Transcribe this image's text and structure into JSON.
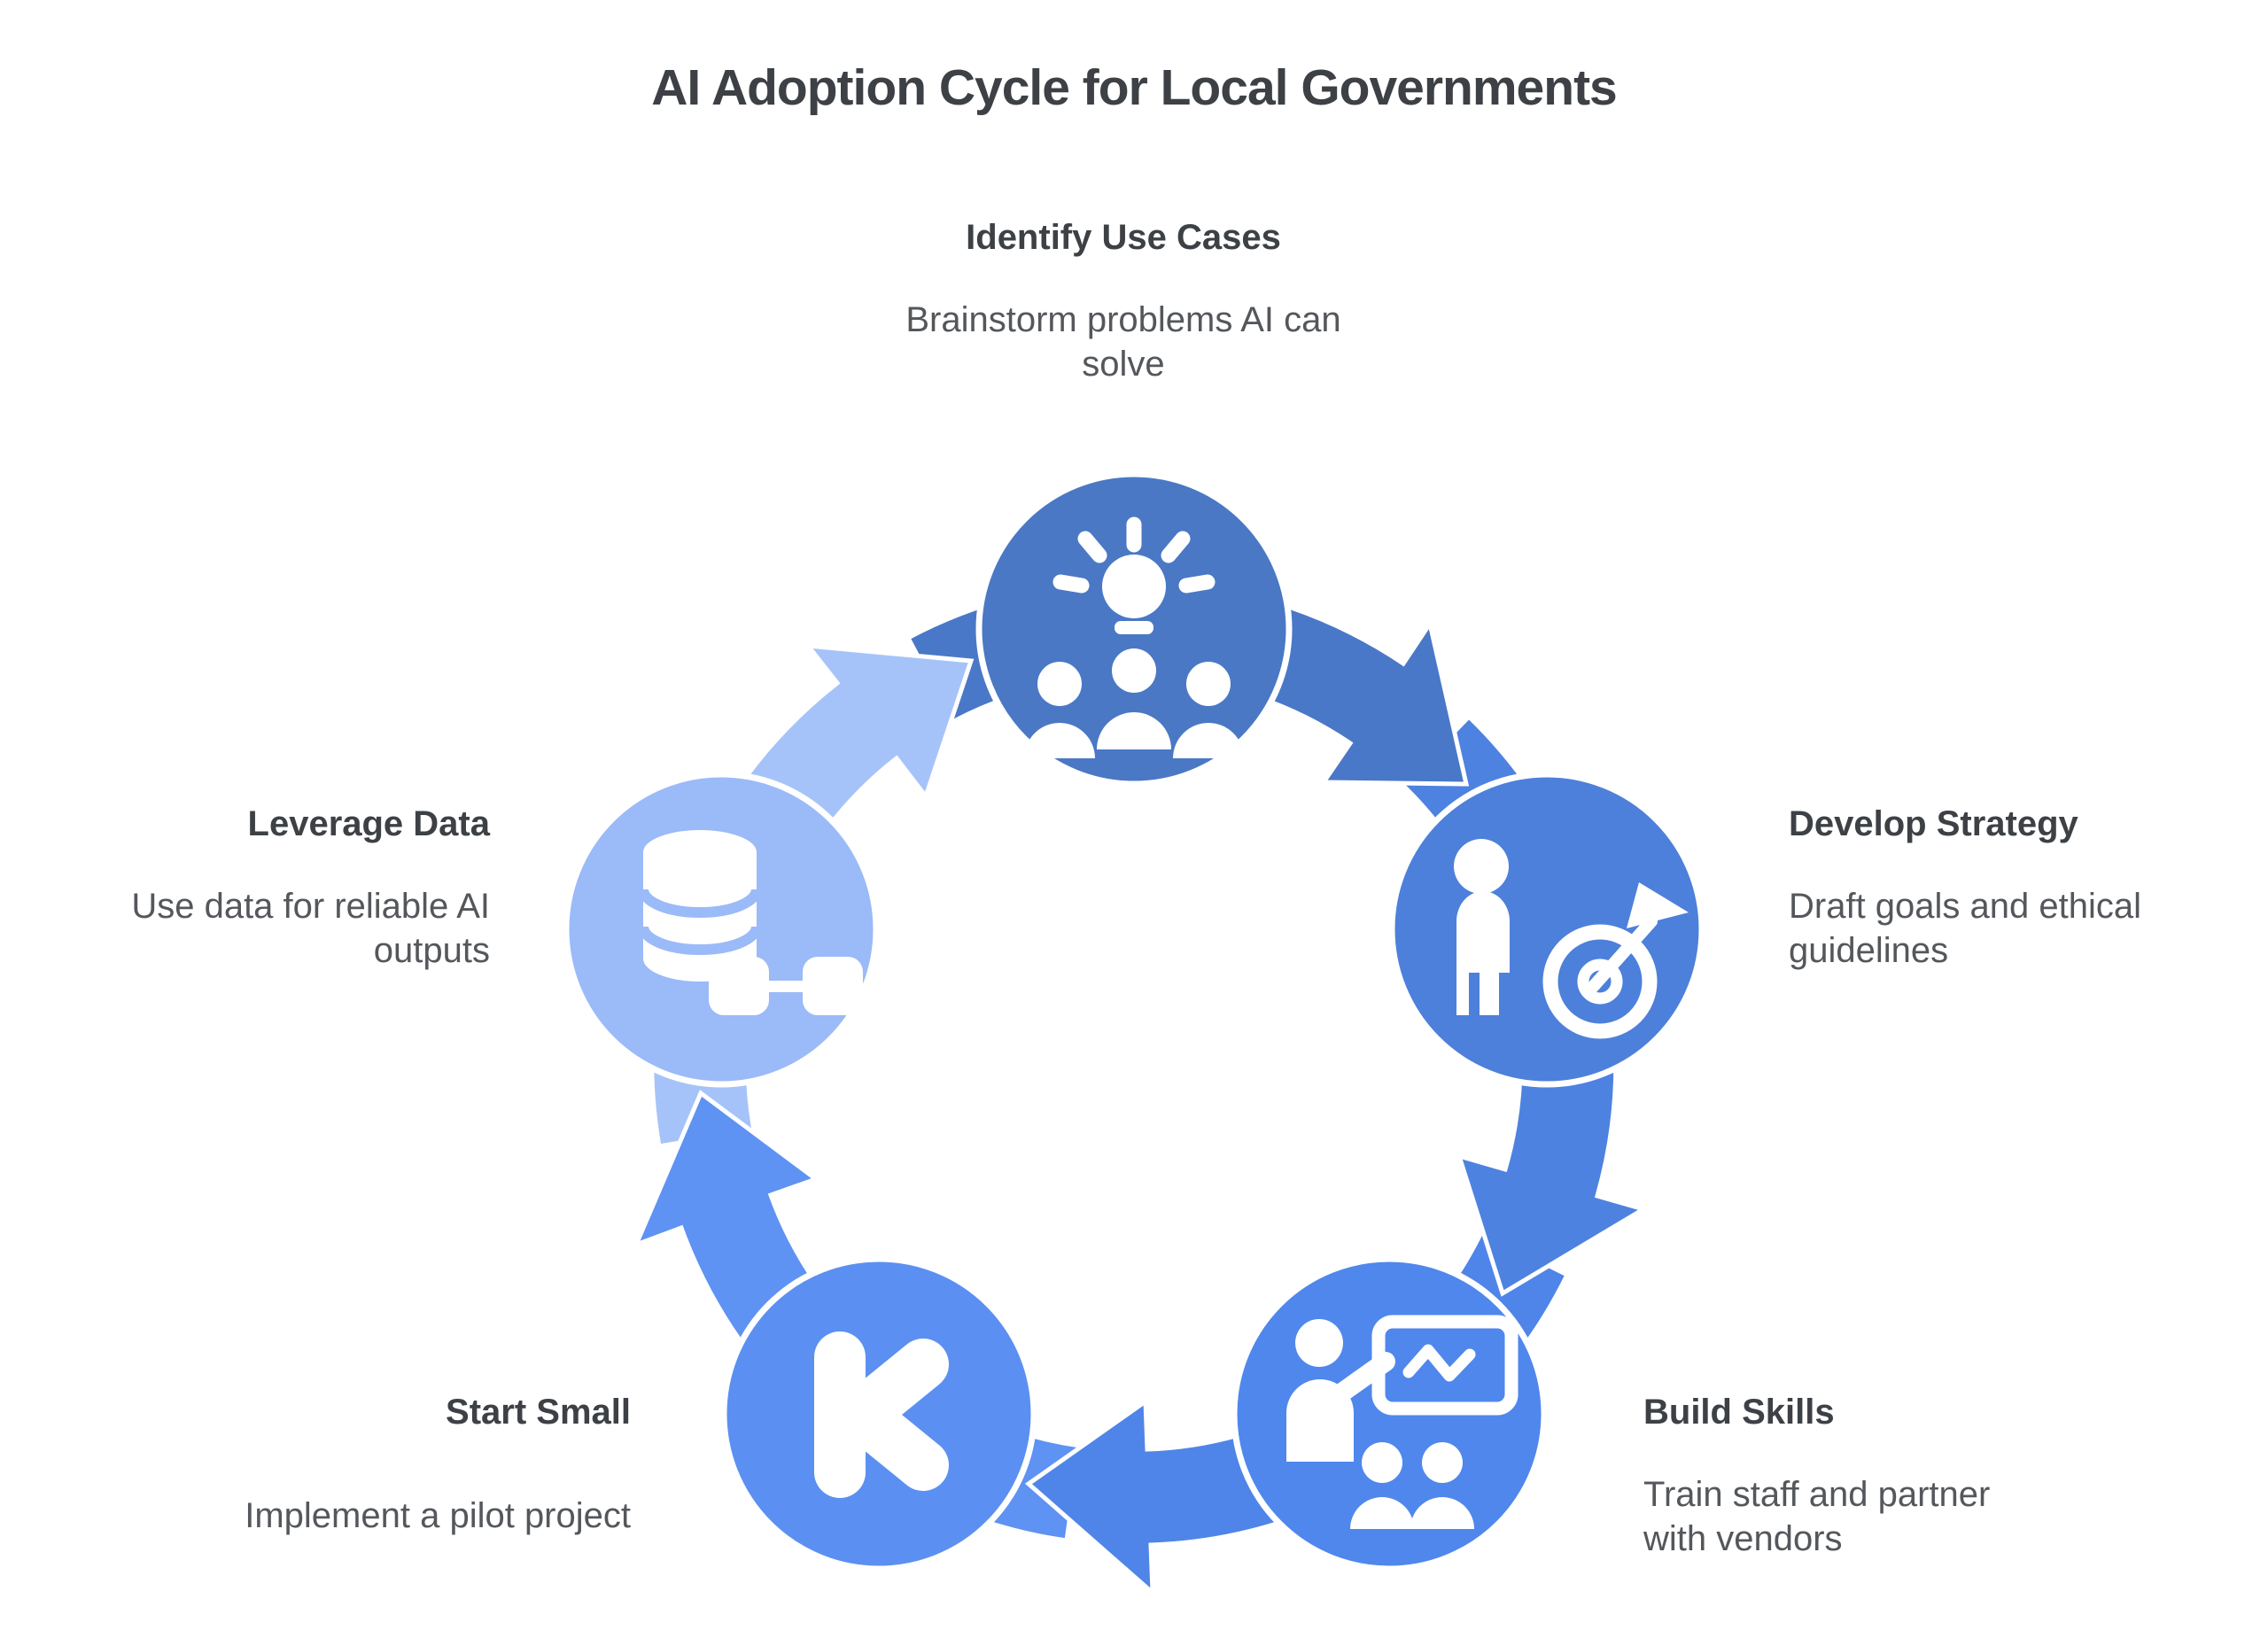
{
  "title": "AI Adoption Cycle for Local Governments",
  "background_color": "#ffffff",
  "text": {
    "heading_color": "#3d4145",
    "body_color": "#54575b"
  },
  "diagram": {
    "type": "cycle",
    "direction": "clockwise",
    "outline_color": "#ffffff"
  },
  "nodes": [
    {
      "id": "identify-use-cases",
      "position": "top",
      "label": "Identify Use Cases",
      "description": "Brainstorm problems AI can solve",
      "color": "#4a78c4",
      "arrow_color": "#4a78c8",
      "icon": "brainstorm-lightbulb-people-icon"
    },
    {
      "id": "develop-strategy",
      "position": "right",
      "label": "Develop Strategy",
      "description": "Draft goals and ethical guidelines",
      "color": "#4d80da",
      "arrow_color": "#4e82e0",
      "icon": "person-target-dart-icon"
    },
    {
      "id": "build-skills",
      "position": "bottom-right",
      "label": "Build Skills",
      "description": "Train staff and partner with vendors",
      "color": "#4f87ec",
      "arrow_color": "#4f85e8",
      "icon": "trainer-whiteboard-icon"
    },
    {
      "id": "start-small",
      "position": "bottom-left",
      "label": "Start Small",
      "description": "Implement a pilot project",
      "color": "#5b90f2",
      "arrow_color": "#5e92f3",
      "icon": "kickstarter-k-icon"
    },
    {
      "id": "leverage-data",
      "position": "left",
      "label": "Leverage Data",
      "description": "Use data for reliable AI outputs",
      "color": "#9bbaf8",
      "arrow_color": "#a6c3f9",
      "icon": "database-link-icon"
    }
  ]
}
